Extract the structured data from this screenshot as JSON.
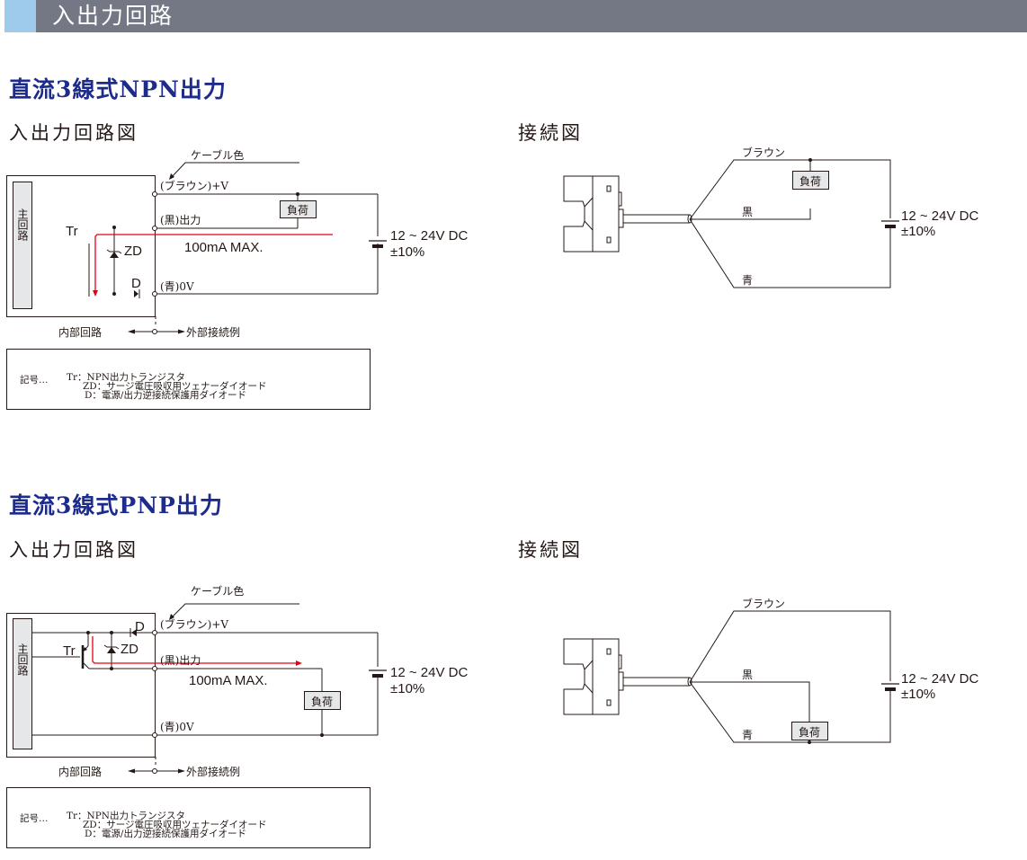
{
  "header": {
    "title": "入出力回路"
  },
  "colors": {
    "header_bg": "#737884",
    "header_accent": "#9ecbeb",
    "section_title": "#1d2b8a",
    "current_arrow": "#e60012",
    "load_fill": "#e6e7e8"
  },
  "sections": [
    {
      "id": "npn",
      "title": "直流3線式NPN出力",
      "circuit": {
        "heading": "入出力回路図",
        "main_circuit_label": "主回路",
        "cable_color_label": "ケーブル色",
        "terminals": {
          "brown": "(ブラウン)+V",
          "black": "(黒)出力",
          "blue": "(青)0V"
        },
        "tr_label": "Tr",
        "zd_label": "ZD",
        "d_label": "D",
        "current_label": "100mA MAX.",
        "load_label": "負荷",
        "supply_voltage": "12 ~ 24V DC",
        "supply_tolerance": "±10%",
        "internal_label": "内部回路",
        "external_label": "外部接続例"
      },
      "legend": {
        "key": "記号…",
        "lines": [
          "Tr：NPN出力トランジスタ",
          "ZD：サージ電圧吸収用ツェナーダイオード",
          "D：電源/出力逆接続保護用ダイオード"
        ]
      },
      "connection": {
        "heading": "接続図",
        "wire_brown": "ブラウン",
        "wire_black": "黒",
        "wire_blue": "青",
        "load_label": "負荷",
        "supply_voltage": "12 ~ 24V DC",
        "supply_tolerance": "±10%"
      }
    },
    {
      "id": "pnp",
      "title": "直流3線式PNP出力",
      "circuit": {
        "heading": "入出力回路図",
        "main_circuit_label": "主回路",
        "cable_color_label": "ケーブル色",
        "terminals": {
          "brown": "(ブラウン)+V",
          "black": "(黒)出力",
          "blue": "(青)0V"
        },
        "tr_label": "Tr",
        "zd_label": "ZD",
        "d_label": "D",
        "current_label": "100mA MAX.",
        "load_label": "負荷",
        "supply_voltage": "12 ~ 24V DC",
        "supply_tolerance": "±10%",
        "internal_label": "内部回路",
        "external_label": "外部接続例"
      },
      "legend": {
        "key": "記号…",
        "lines": [
          "Tr：NPN出力トランジスタ",
          "ZD：サージ電圧吸収用ツェナーダイオード",
          "D：電源/出力逆接続保護用ダイオード"
        ]
      },
      "connection": {
        "heading": "接続図",
        "wire_brown": "ブラウン",
        "wire_black": "黒",
        "wire_blue": "青",
        "load_label": "負荷",
        "supply_voltage": "12 ~ 24V DC",
        "supply_tolerance": "±10%"
      }
    }
  ]
}
